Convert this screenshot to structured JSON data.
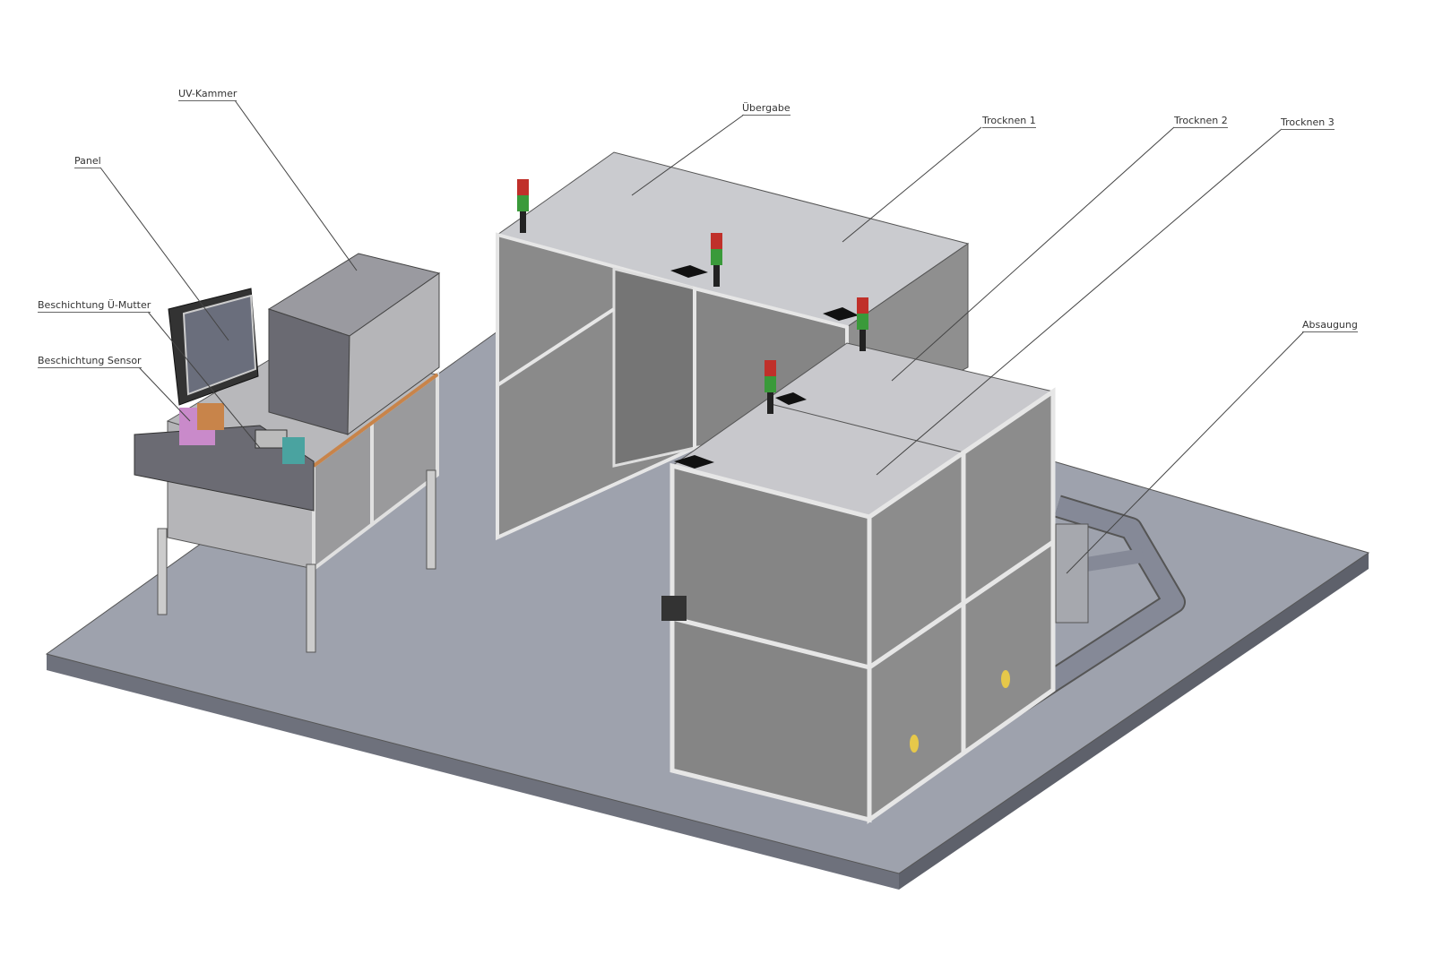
{
  "labels": {
    "uv_kammer": "UV-Kammer",
    "uebergabe": "Übergabe",
    "trocknen1": "Trocknen 1",
    "trocknen2": "Trocknen 2",
    "trocknen3": "Trocknen 3",
    "panel": "Panel",
    "beschichtung_mutter": "Beschichtung Ü-Mutter",
    "beschichtung_sensor": "Beschichtung Sensor",
    "absaugung": "Absaugung"
  },
  "colors": {
    "floor_top": "#9ea2ad",
    "floor_side": "#6e717c",
    "panel_grey": "#8a8a8a",
    "top_grey": "#c8c8cc",
    "frame": "#e6e6e6",
    "signal_red": "#c0302a",
    "signal_green": "#3a9a3a"
  }
}
